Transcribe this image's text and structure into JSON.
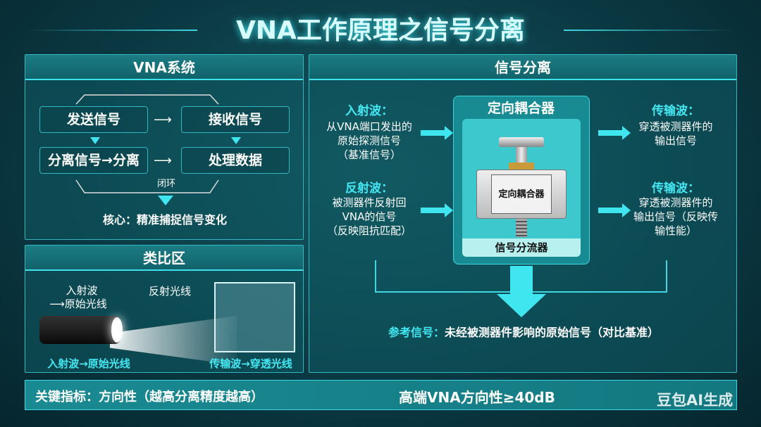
{
  "title": "VNA工作原理之信号分离",
  "vna_system": {
    "heading": "VNA系统",
    "send": "发送信号",
    "receive": "接收信号",
    "separate": "分离信号→分离",
    "process": "处理数据",
    "loop": "闭环",
    "arrow": "⟶",
    "core": "核心：精准捕捉信号变化"
  },
  "analogy": {
    "heading": "类比区",
    "incident": "入射波",
    "incident2": "⟶原始光线",
    "reflected": "反射光线",
    "bottom_left": "入射波→原始光线",
    "bottom_right": "传输波→穿透光线"
  },
  "separation": {
    "heading": "信号分离",
    "incident_title": "入射波：",
    "incident_lines": [
      "从VNA端口发出的",
      "原始探测信号",
      "（基准信号）"
    ],
    "reflected_title": "反射波：",
    "reflected_lines": [
      "被测器件反射回",
      "VNA的信号",
      "（反映阻抗匹配）"
    ],
    "coupler_title": "定向耦合器",
    "coupler_label": "定向耦合器",
    "splitter": "信号分流器",
    "trans1_title": "传输波：",
    "trans1_lines": [
      "穿透被测器件的",
      "输出信号"
    ],
    "trans2_title": "传输波：",
    "trans2_lines": [
      "穿透被测器件的",
      "输出信号（反映传",
      "输性能）"
    ],
    "reference_title": "参考信号：",
    "reference_text": "未经被测器件影响的原始信号（对比基准）"
  },
  "footer": {
    "metric": "关键指标：方向性（越高分离精度越高）",
    "spec": "高端VNA方向性≥40dB"
  },
  "watermark": "豆包AI生成"
}
